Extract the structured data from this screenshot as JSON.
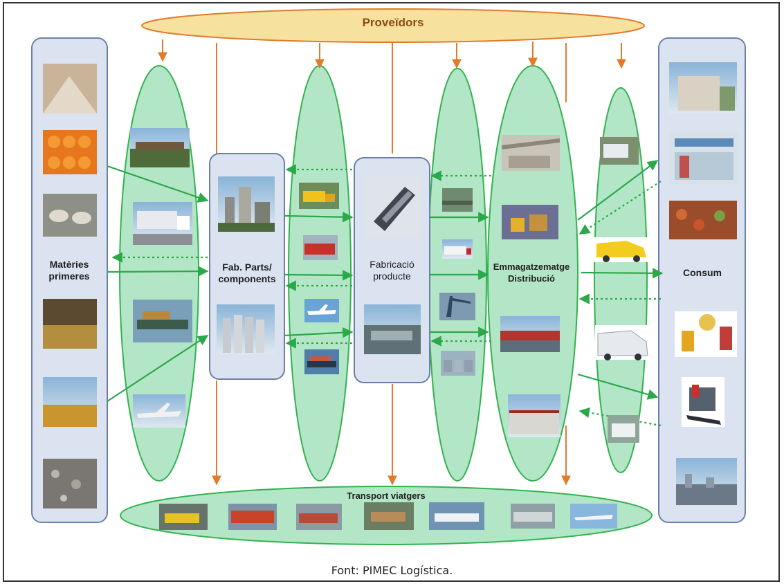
{
  "diagram": {
    "suppliers_label": "Proveïdors",
    "raw_materials_label": "Matèries primeres",
    "parts_label": "Fab. Parts/ components",
    "product_label": "Fabricació producte",
    "warehouse_label": "Emmagatzematge Distribució",
    "consumption_label": "Consum",
    "passenger_transport_label": "Transport viatgers",
    "source_caption": "Font: PIMEC Logística."
  },
  "colors": {
    "transport_fill": "#b3e6c6",
    "transport_stroke": "#33b24f",
    "box_fill": "#dbe3f1",
    "box_stroke": "#6b80a8",
    "supplier_fill": "#f7e19e",
    "supplier_stroke": "#e07b2b",
    "flow_arrow": "#2aa84a"
  },
  "icons": {
    "raw_materials": [
      "sand-pile-photo",
      "oranges-photo",
      "sheep-photo",
      "coal-and-wood-photo",
      "wheat-photo",
      "stones-photo"
    ],
    "transport_1": [
      "freight-train-photo",
      "truck-photo",
      "cargo-ship-photo",
      "cargo-plane-photo"
    ],
    "parts": [
      "factory-photo",
      "silos-photo"
    ],
    "transport_2": [
      "yellow-truck-photo",
      "red-train-photo",
      "airplane-photo",
      "container-ship-photo"
    ],
    "product": [
      "assembly-line-photo",
      "industrial-plant-photo"
    ],
    "transport_3": [
      "rail-yard-photo",
      "truck-photo",
      "port-crane-photo",
      "containers-photo"
    ],
    "warehouse": [
      "warehouse-interior-photo",
      "forklift-photo",
      "port-terminal-photo",
      "warehouse-building-photo"
    ],
    "transport_4": [
      "delivery-truck-photo",
      "yellow-van-photo",
      "white-van-photo",
      "city-van-photo"
    ],
    "consumption": [
      "apartments-photo",
      "supermarket-photo",
      "vegetables-photo",
      "shopping-bags-photo",
      "online-shopping-photo",
      "city-skyline-photo"
    ],
    "passenger": [
      "taxi-photo",
      "bus-photo",
      "train-photo",
      "car-photo",
      "ferry-photo",
      "metro-photo",
      "airliner-photo"
    ]
  }
}
